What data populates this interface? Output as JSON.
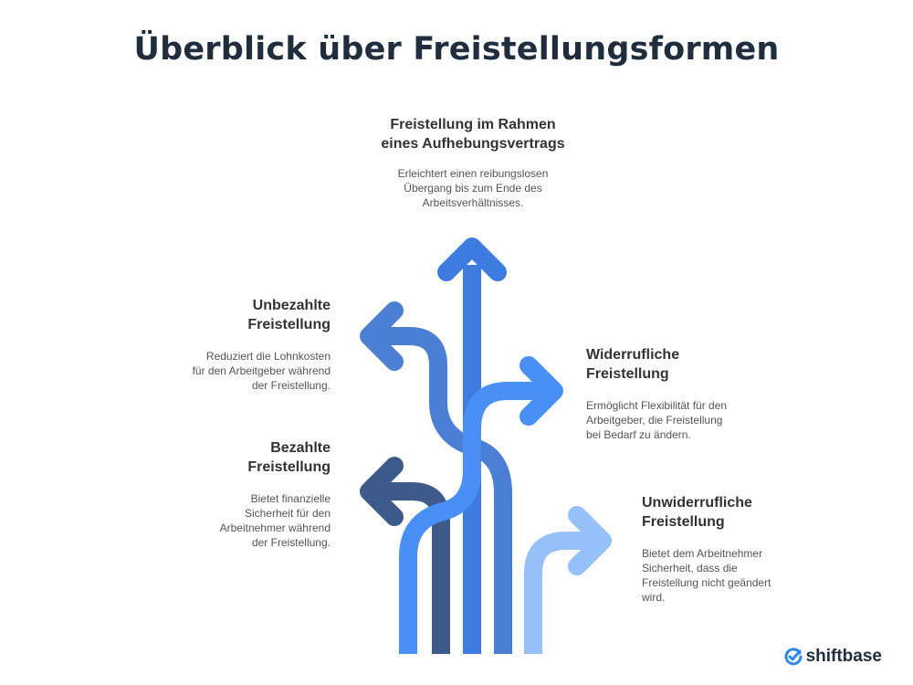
{
  "title": "Überblick über Freistellungsformen",
  "items": {
    "aufhebung": {
      "heading": "Freistellung im Rahmen eines Aufhebungsvertrags",
      "text": "Erleichtert einen reibungslosen Übergang bis zum Ende des Arbeitsverhältnisses.",
      "color": "#3d7be0"
    },
    "unbezahlt": {
      "heading": "Unbezahlte Freistellung",
      "text": "Reduziert die Lohnkosten für den Arbeitgeber während der Freistellung.",
      "color": "#4b7fd3"
    },
    "widerruflich": {
      "heading": "Widerrufliche Freistellung",
      "text": "Ermöglicht Flexibilität für den Arbeitgeber, die Freistellung bei Bedarf zu ändern.",
      "color": "#4a8ff5"
    },
    "bezahlt": {
      "heading": "Bezahlte Freistellung",
      "text": "Bietet finanzielle Sicherheit für den Arbeitnehmer während der Freistellung.",
      "color": "#3d5a8a"
    },
    "unwiderruflich": {
      "heading": "Unwiderrufliche Freistellung",
      "text": "Bietet dem Arbeitnehmer Sicherheit, dass die Freistellung nicht geändert wird.",
      "color": "#97c0f8"
    }
  },
  "logo": {
    "text": "shiftbase",
    "icon": "check-circle-icon"
  }
}
